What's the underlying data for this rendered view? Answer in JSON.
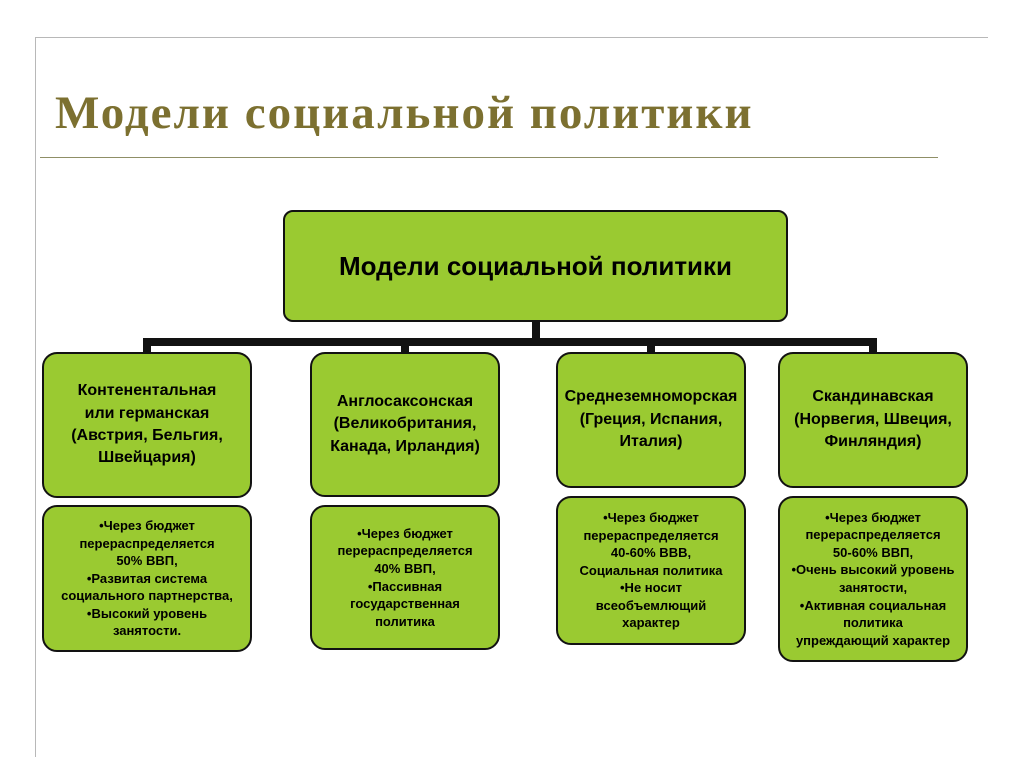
{
  "slide": {
    "title": "Модели социальной политики",
    "colors": {
      "box_fill": "#9aca31",
      "box_border": "#121212",
      "connector": "#121212",
      "title_text": "#7c7030",
      "background": "#ffffff"
    }
  },
  "diagram": {
    "root": {
      "label": "Модели социальной политики"
    },
    "branches": [
      {
        "title": "Контенентальная\nили германская\n(Австрия, Бельгия,\nШвейцария)",
        "details": "•Через бюджет\nперераспределяется\n50% ВВП,\n•Развитая система\nсоциального партнерства,\n•Высокий уровень\nзанятости."
      },
      {
        "title": "Англосаксонская\n(Великобритания,\nКанада, Ирландия)",
        "details": "•Через бюджет\nперераспределяется\n40% ВВП,\n•Пассивная\nгосударственная\nполитика"
      },
      {
        "title": "Среднеземноморская\n(Греция, Испания,\nИталия)",
        "details": "•Через бюджет\nперераспределяется\n40-60% ВВВ,\nСоциальная политика\n•Не носит\nвсеобъемлющий\nхарактер"
      },
      {
        "title": "Скандинавская\n(Норвегия, Швеция,\nФинляндия)",
        "details": "•Через бюджет\nперераспределяется\n50-60% ВВП,\n•Очень высокий уровень\nзанятости,\n•Активная социальная\nполитика\nупреждающий характер"
      }
    ]
  }
}
